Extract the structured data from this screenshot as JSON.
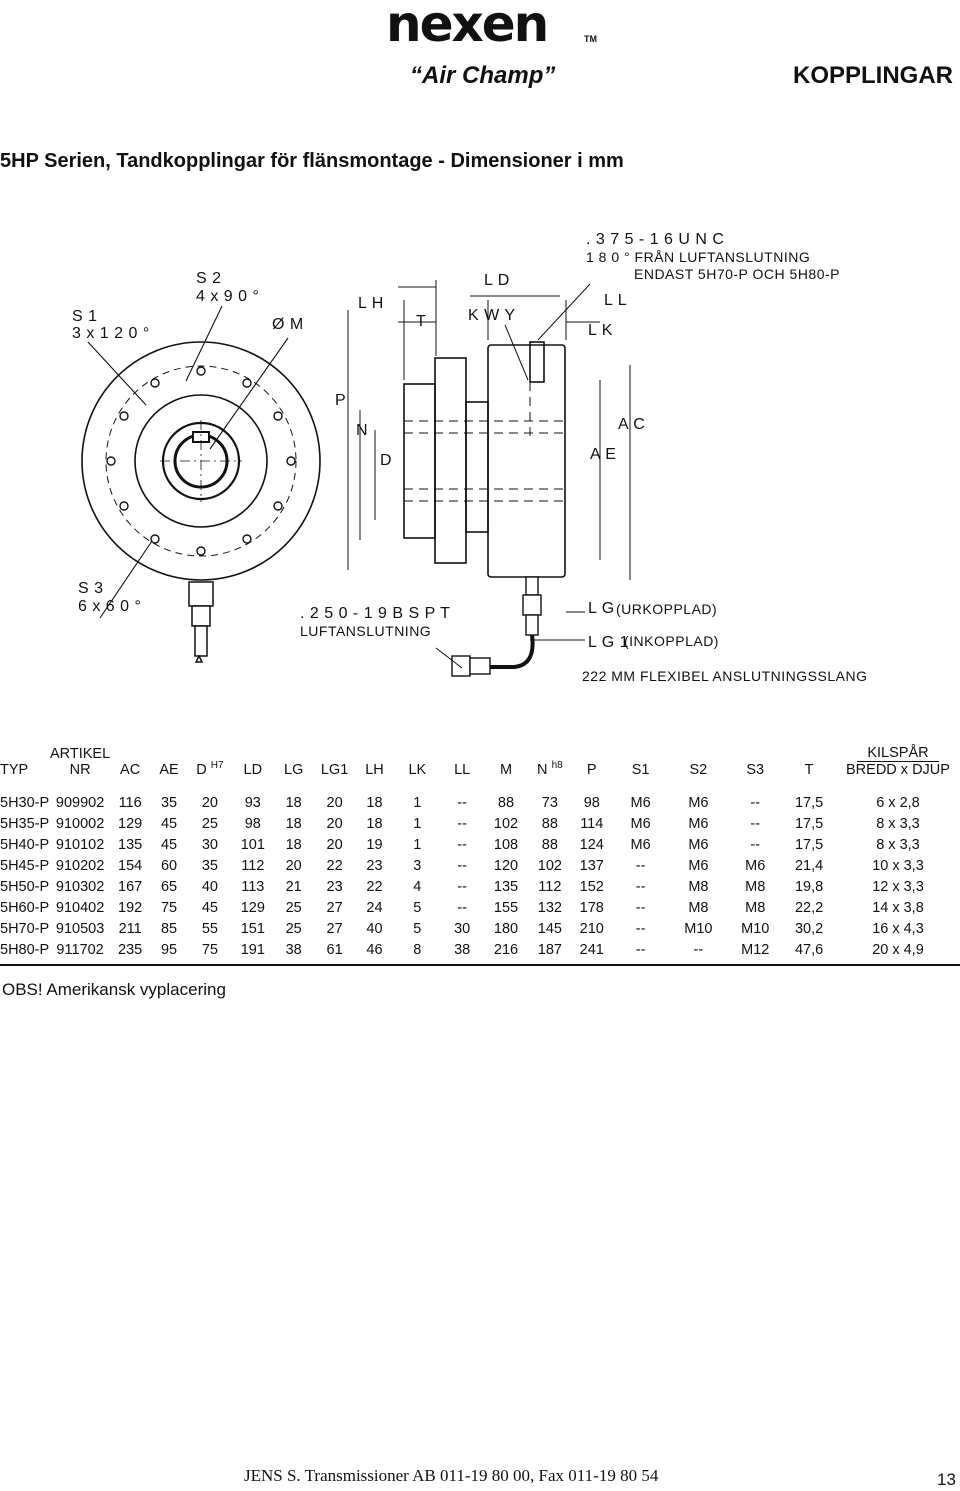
{
  "header": {
    "logo": "nexen",
    "tm": "TM",
    "brand": "“Air Champ”",
    "section": "KOPPLINGAR"
  },
  "title": "5HP Serien, Tandkopplingar för flänsmontage - Dimensioner i mm",
  "drawing": {
    "s1": "S 1",
    "s1_sub": "3 x 1 2 0 °",
    "s2": "S 2",
    "s2_sub": "4 x 9 0 °",
    "s3": "S 3",
    "s3_sub": "6 x 6 0 °",
    "m": "Ø  M",
    "lh": "L H",
    "t": "T",
    "ld": "L D",
    "kwy": "K W Y",
    "unc_1": ". 3 7 5 - 1 6  U N C",
    "unc_2": "1 8 0 °  FRÅN LUFTANSLUTNING",
    "unc_3": "ENDAST 5H70-P OCH 5H80-P",
    "ll": "L L",
    "lk": "L K",
    "p": "P",
    "n": "N",
    "d": "D",
    "ac": "A C",
    "ae": "A E",
    "bspt_1": ". 2 5 0 - 1 9  B S P T",
    "bspt_2": "LUFTANSLUTNING",
    "lg": "L G",
    "lg_note": "(URKOPPLAD)",
    "lg1": "L G 1",
    "lg1_note": "(INKOPPLAD)",
    "hose": "222 MM  FLEXIBEL ANSLUTNINGSSLANG"
  },
  "table": {
    "head_top": {
      "artikel": "ARTIKEL",
      "kilspar": "KILSPÅR"
    },
    "headers": [
      "TYP",
      "NR",
      "AC",
      "AE",
      "D",
      "LD",
      "LG",
      "LG1",
      "LH",
      "LK",
      "LL",
      "M",
      "N",
      "P",
      "S1",
      "S2",
      "S3",
      "T",
      "BREDD x DJUP"
    ],
    "sup": {
      "d": "H7",
      "n": "h8"
    },
    "rows": [
      [
        "5H30-P",
        "909902",
        "116",
        "35",
        "20",
        "93",
        "18",
        "20",
        "18",
        "1",
        "--",
        "88",
        "73",
        "98",
        "M6",
        "M6",
        "--",
        "17,5",
        "6 x 2,8"
      ],
      [
        "5H35-P",
        "910002",
        "129",
        "45",
        "25",
        "98",
        "18",
        "20",
        "18",
        "1",
        "--",
        "102",
        "88",
        "114",
        "M6",
        "M6",
        "--",
        "17,5",
        "8 x 3,3"
      ],
      [
        "5H40-P",
        "910102",
        "135",
        "45",
        "30",
        "101",
        "18",
        "20",
        "19",
        "1",
        "--",
        "108",
        "88",
        "124",
        "M6",
        "M6",
        "--",
        "17,5",
        "8 x 3,3"
      ],
      [
        "5H45-P",
        "910202",
        "154",
        "60",
        "35",
        "112",
        "20",
        "22",
        "23",
        "3",
        "--",
        "120",
        "102",
        "137",
        "--",
        "M6",
        "M6",
        "21,4",
        "10 x 3,3"
      ],
      [
        "5H50-P",
        "910302",
        "167",
        "65",
        "40",
        "113",
        "21",
        "23",
        "22",
        "4",
        "--",
        "135",
        "112",
        "152",
        "--",
        "M8",
        "M8",
        "19,8",
        "12 x 3,3"
      ],
      [
        "5H60-P",
        "910402",
        "192",
        "75",
        "45",
        "129",
        "25",
        "27",
        "24",
        "5",
        "--",
        "155",
        "132",
        "178",
        "--",
        "M8",
        "M8",
        "22,2",
        "14 x 3,8"
      ],
      [
        "5H70-P",
        "910503",
        "211",
        "85",
        "55",
        "151",
        "25",
        "27",
        "40",
        "5",
        "30",
        "180",
        "145",
        "210",
        "--",
        "M10",
        "M10",
        "30,2",
        "16 x 4,3"
      ],
      [
        "5H80-P",
        "911702",
        "235",
        "95",
        "75",
        "191",
        "38",
        "61",
        "46",
        "8",
        "38",
        "216",
        "187",
        "241",
        "--",
        "--",
        "M12",
        "47,6",
        "20 x 4,9"
      ]
    ]
  },
  "note": "OBS! Amerikansk vyplacering",
  "footer": "JENS S. Transmissioner AB  011-19 80 00, Fax 011-19 80 54",
  "page_number": "13"
}
